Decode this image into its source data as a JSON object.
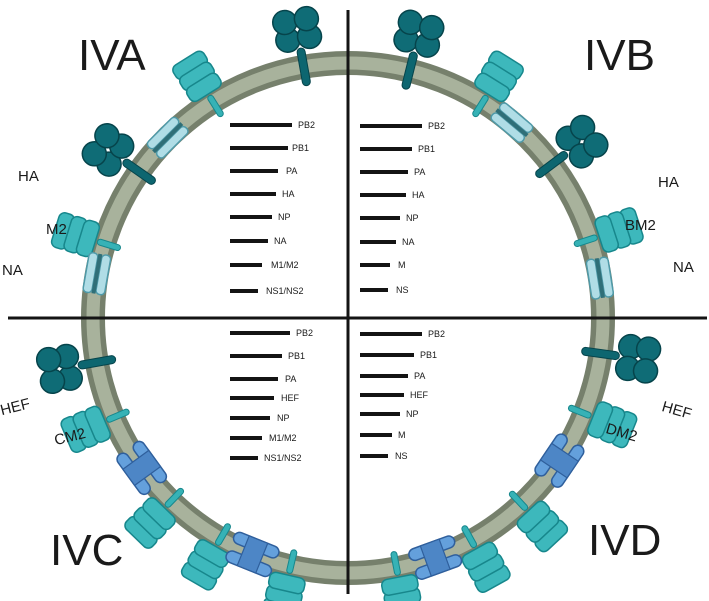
{
  "virus_types": {
    "iva": {
      "title": "IVA",
      "labels": {
        "ha": "HA",
        "m2": "M2",
        "na": "NA"
      },
      "segments": [
        "PB2",
        "PB1",
        "PA",
        "HA",
        "NP",
        "NA",
        "M1/M2",
        "NS1/NS2"
      ]
    },
    "ivb": {
      "title": "IVB",
      "labels": {
        "ha": "HA",
        "bm2": "BM2",
        "na": "NA"
      },
      "segments": [
        "PB2",
        "PB1",
        "PA",
        "HA",
        "NP",
        "NA",
        "M",
        "NS"
      ]
    },
    "ivc": {
      "title": "IVC",
      "labels": {
        "hef": "HEF",
        "cm2": "CM2"
      },
      "segments": [
        "PB2",
        "PB1",
        "PA",
        "HEF",
        "NP",
        "M1/M2",
        "NS1/NS2"
      ]
    },
    "ivd": {
      "title": "IVD",
      "labels": {
        "hef": "HEF",
        "dm2": "DM2"
      },
      "segments": [
        "PB2",
        "PB1",
        "PA",
        "HEF",
        "NP",
        "M",
        "NS"
      ]
    }
  },
  "colors": {
    "membrane_outer": "#76806c",
    "membrane_inner": "#a8b29c",
    "ha_teal": "#36b2b6",
    "na_dark": "#0d6670",
    "m2_light": "#a8d9e2",
    "cm2_blue": "#5b95d6",
    "divider": "#141414"
  }
}
